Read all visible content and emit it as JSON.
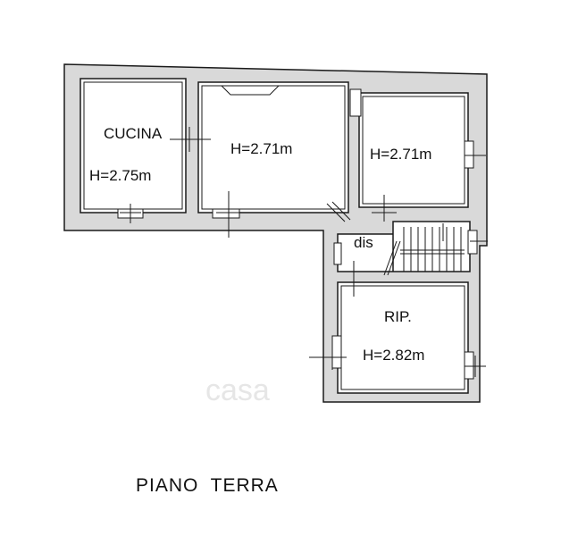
{
  "plan": {
    "title": "PIANO  TERRA",
    "watermark": "casa",
    "colors": {
      "wall_fill": "#d9d9d9",
      "line": "#1a1a1a",
      "background": "#ffffff"
    },
    "rooms": [
      {
        "id": "cucina",
        "name": "CUCINA",
        "height": "H=2.75m"
      },
      {
        "id": "room2",
        "height": "H=2.71m"
      },
      {
        "id": "room3",
        "height": "H=2.71m"
      },
      {
        "id": "dis",
        "name": "dis"
      },
      {
        "id": "rip",
        "name": "RIP.",
        "height": "H=2.82m"
      }
    ]
  }
}
